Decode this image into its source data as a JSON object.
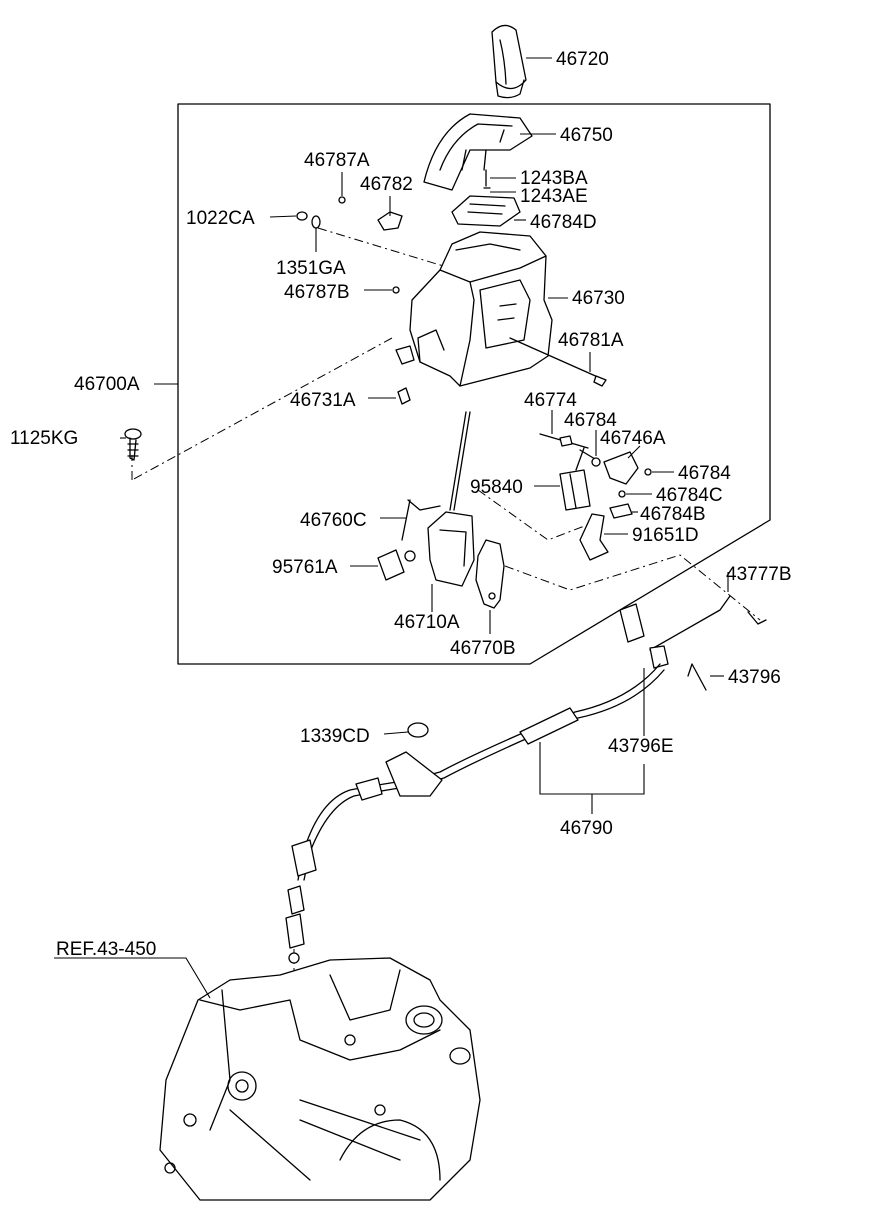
{
  "labels": {
    "p46720": "46720",
    "p46750": "46750",
    "p46787A": "46787A",
    "p46782": "46782",
    "p1243BA": "1243BA",
    "p1243AE": "1243AE",
    "p1022CA": "1022CA",
    "p46784D": "46784D",
    "p1351GA": "1351GA",
    "p46787B": "46787B",
    "p46730": "46730",
    "p46781A": "46781A",
    "p46700A": "46700A",
    "p46731A": "46731A",
    "p46774": "46774",
    "p46784_top": "46784",
    "p1125KG": "1125KG",
    "p46746A": "46746A",
    "p46784_right": "46784",
    "p95840": "95840",
    "p46784C": "46784C",
    "p46784B": "46784B",
    "p46760C": "46760C",
    "p91651D": "91651D",
    "p95761A": "95761A",
    "p43777B": "43777B",
    "p46710A": "46710A",
    "p46770B": "46770B",
    "p43796": "43796",
    "p1339CD": "1339CD",
    "p43796E": "43796E",
    "p46790": "46790",
    "ref": "REF.43-450"
  }
}
